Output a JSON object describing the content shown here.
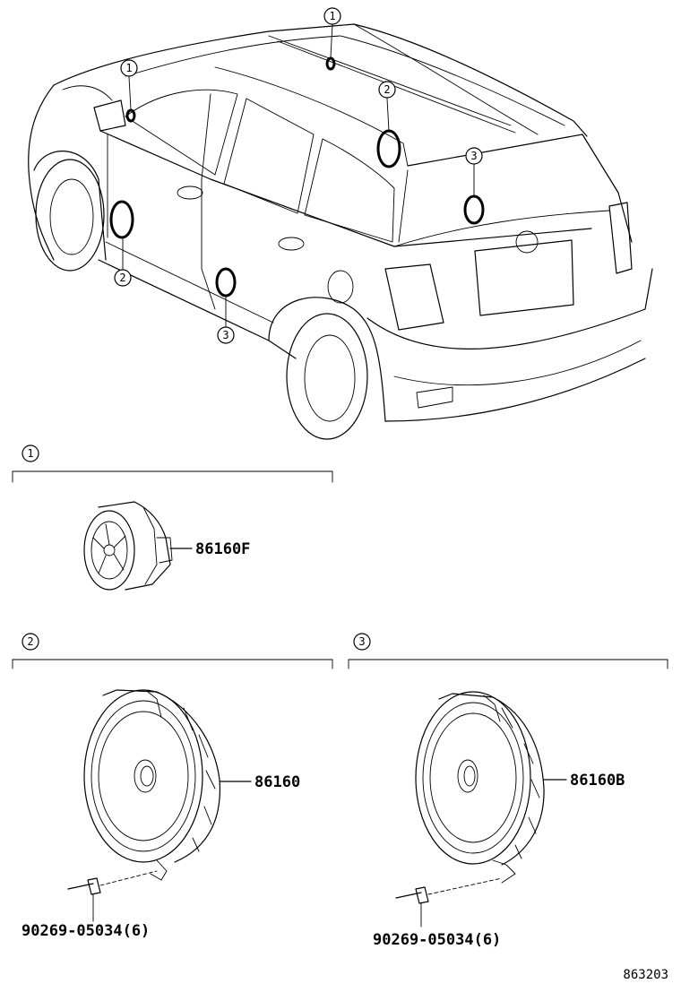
{
  "callouts": {
    "c1": "1",
    "c2": "2",
    "c3": "3"
  },
  "parts": {
    "p1": "86160F",
    "p2": "86160",
    "p3": "86160B",
    "screw_left": "90269-05034(6)",
    "screw_right": "90269-05034(6)"
  },
  "illustration_code": "863203"
}
